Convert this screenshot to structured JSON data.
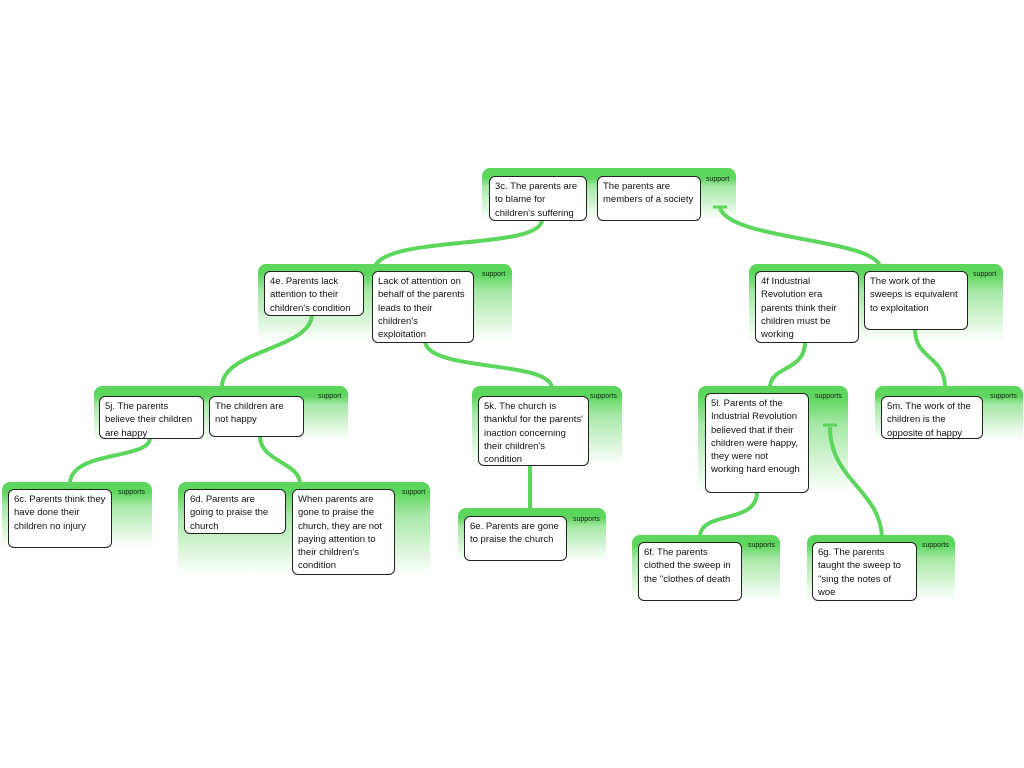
{
  "groups": [
    {
      "claims": [
        "3c. The parents are to blame for children's suffering",
        "The parents are members of a society"
      ],
      "relation": "support"
    },
    {
      "claims": [
        "4e. Parents lack attention to their children's condition",
        "Lack of attention on behalf of the parents leads to their children's exploitation"
      ],
      "relation": "support"
    },
    {
      "claims": [
        "4f Industrial Revolution era parents think their children must be working",
        "The work of the sweeps is equivalent to exploitation"
      ],
      "relation": "support"
    },
    {
      "claims": [
        "5j. The parents believe their children are happy",
        "The children are not happy"
      ],
      "relation": "support"
    },
    {
      "claims": [
        "5k. The church is thankful for the parents' inaction concerning their children's condition"
      ],
      "relation": "supports"
    },
    {
      "claims": [
        "5l. Parents of the Industrial Revolution believed that if their children were happy, they were not working hard enough"
      ],
      "relation": "supports"
    },
    {
      "claims": [
        "5m. The work of the children is the opposite of happy"
      ],
      "relation": "supports"
    },
    {
      "claims": [
        "6c. Parents think they have done their children no injury"
      ],
      "relation": "supports"
    },
    {
      "claims": [
        "6d. Parents are going to praise the church",
        "When parents are gone to praise the church, they are not paying attention to their children's condition"
      ],
      "relation": "support"
    },
    {
      "claims": [
        "6e. Parents are gone to praise the church"
      ],
      "relation": "supports"
    },
    {
      "claims": [
        "6f. The parents clothed the sweep in the \"clothes of death"
      ],
      "relation": "supports"
    },
    {
      "claims": [
        "6g. The parents taught the sweep to \"sing the notes of woe"
      ],
      "relation": "supports"
    }
  ],
  "colors": {
    "link": "#5cd65c"
  }
}
